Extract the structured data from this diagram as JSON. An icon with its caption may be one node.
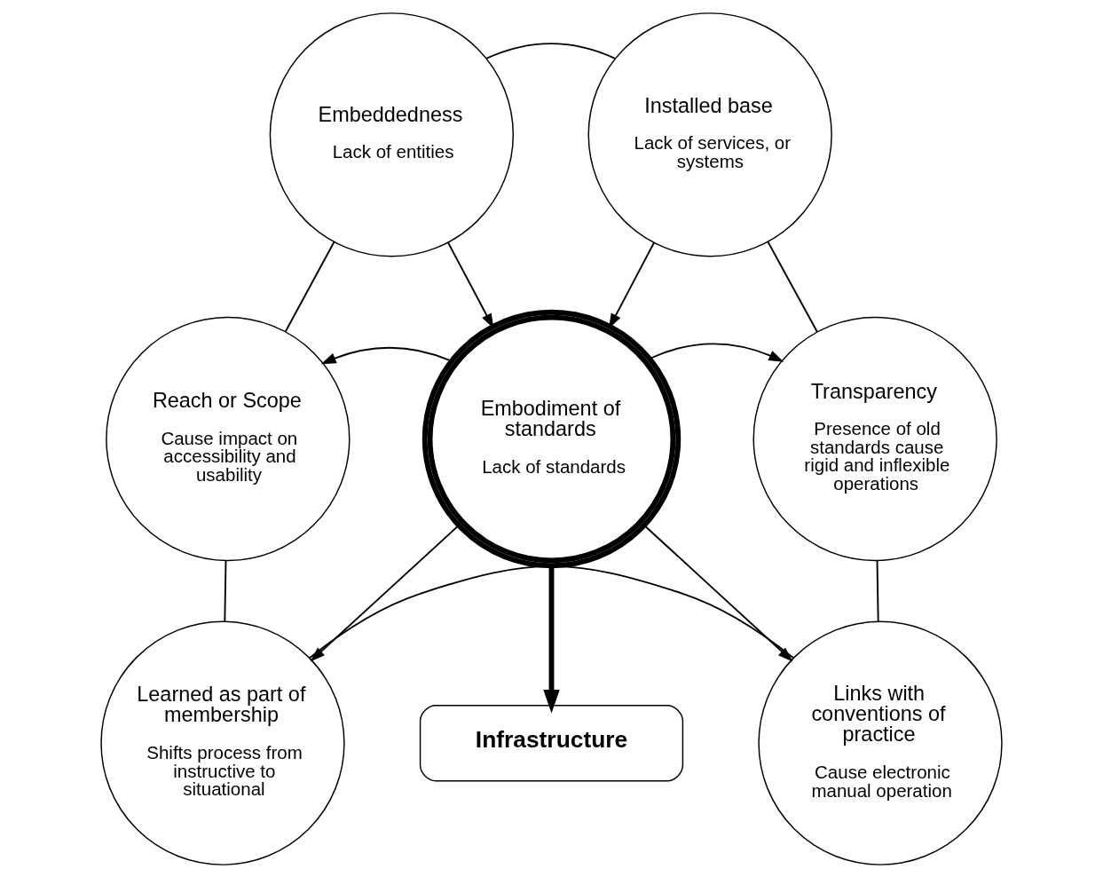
{
  "diagram": {
    "nodes": [
      {
        "text": [
          "Embeddedness",
          "Lack of entities"
        ]
      },
      {
        "text": [
          "Installed base",
          "Lack of services, or systems"
        ]
      },
      {
        "text": [
          "Reach or Scope",
          "Cause impact on accessibility and usability"
        ]
      },
      {
        "text": [
          "Embodiment of standards",
          "Lack of standards"
        ]
      },
      {
        "text": [
          "Transparency",
          "Presence of old standards cause rigid and inflexible operations"
        ]
      },
      {
        "text": [
          "Infrastructure"
        ]
      },
      {
        "text": [
          "Learned as part of membership",
          "Shifts process from instructive to situational"
        ]
      },
      {
        "text": [
          "Links with conventions of practice",
          "Cause electronic manual operation"
        ]
      }
    ],
    "edges": [
      {
        "from": 0,
        "to": 1,
        "arrow": "none"
      },
      {
        "from": 0,
        "to": 2,
        "arrow": "none"
      },
      {
        "from": 1,
        "to": 4,
        "arrow": "none"
      },
      {
        "from": 0,
        "to": 3,
        "arrow": "to"
      },
      {
        "from": 1,
        "to": 3,
        "arrow": "to"
      },
      {
        "from": 3,
        "to": 2,
        "arrow": "to"
      },
      {
        "from": 3,
        "to": 4,
        "arrow": "to"
      },
      {
        "from": 2,
        "to": 6,
        "arrow": "none"
      },
      {
        "from": 4,
        "to": 7,
        "arrow": "none"
      },
      {
        "from": 3,
        "to": 6,
        "arrow": "to"
      },
      {
        "from": 3,
        "to": 5,
        "arrow": "to",
        "style": "thick"
      },
      {
        "from": 3,
        "to": 7,
        "arrow": "to"
      },
      {
        "from": 6,
        "to": 7,
        "arrow": "none"
      }
    ]
  }
}
